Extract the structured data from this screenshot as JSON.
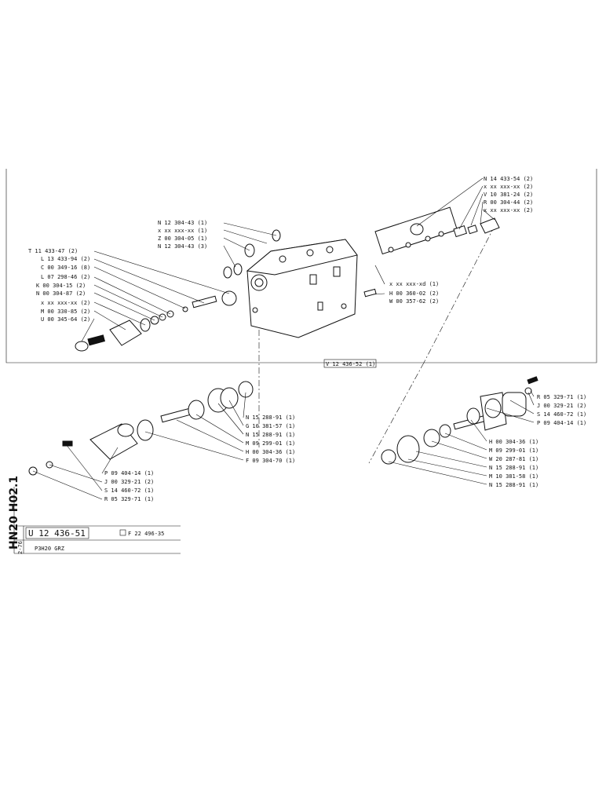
{
  "labels": {
    "n12_304_43_1": "N 12 304-43 (1)",
    "xx_xxx_1": "x xx xxx-xx (1)",
    "z00_304_05": "Z 00 304-05 (1)",
    "n12_304_43_3": "N 12 304-43 (3)",
    "t11_433_47": "T 11 433-47 (2)",
    "l13_433_94": "L 13 433-94 (2)",
    "c00_349_16": "C 00 349-16 (8)",
    "l07_298_46": "L 07 298-46 (2)",
    "k00_304_15": "K 00 304-15 (2)",
    "n00_304_87": "N 00 304-87 (2)",
    "xx_xxx_2": "x xx xxx-xx (2)",
    "m00_330_85": "M 00 330-85 (2)",
    "u00_345_64": "U 00 345-64 (2)",
    "n14_433_54": "N 14 433-54 (2)",
    "xx_xxx_2b": "x xx xxx-xx (2)",
    "v10_381_24": "V 10 381-24 (2)",
    "r00_304_44": "R 00 304-44 (2)",
    "xx_xxx_2c": "x xx xxx-xx (2)",
    "xx_xxx_xd": "x xx xxx-xd (1)",
    "h00_360_02": "H 00 360-02 (2)",
    "w00_357_62": "W 00 357-62 (2)",
    "v12_436_52": "V 12 436-52 (1)",
    "n15_288_91_a": "N 15 288-91 (1)",
    "g10_381_57": "G 10 381-57 (1)",
    "n15_288_91_b": "N 15 288-91 (1)",
    "m09_299_01_a": "M 09 299-01 (1)",
    "h00_304_36_a": "H 00 304-36 (1)",
    "f09_304_70": "F 09 304-70 (1)",
    "p09_404_14_a": "P 09 404-14 (1)",
    "j00_329_21_a": "J 00 329-21 (2)",
    "s14_460_72_a": "S 14 460-72 (1)",
    "r05_329_71_a": "R 05 329-71 (1)",
    "r05_329_71_b": "R 05 329-71 (1)",
    "j00_329_21_b": "J 00 329-21 (2)",
    "s14_460_72_b": "S 14 460-72 (1)",
    "p09_404_14_b": "P 09 404-14 (1)",
    "h00_304_36_b": "H 00 304-36 (1)",
    "m09_299_01_b": "M 09 299-01 (1)",
    "w20_287_81": "W 20 287-81 (1)",
    "n15_288_91_c": "N 15 288-91 (1)",
    "m10_381_58": "M 10 381-58 (1)",
    "n15_288_91_d": "N 15 288-91 (1)"
  },
  "title_block": {
    "code": "U 12 436-51",
    "ref": "F 22 496-35",
    "name": "P3H20 GRZ",
    "side_code": "HN20 H02.1",
    "side_date": "2-76"
  }
}
